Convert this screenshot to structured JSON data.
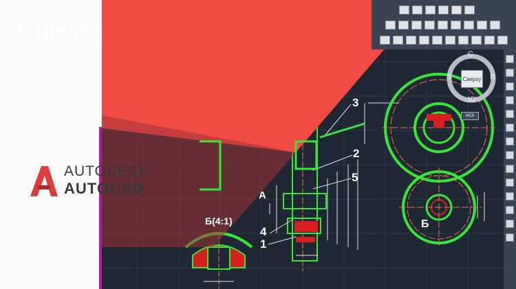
{
  "banner": {
    "title": "Стрелка",
    "background_color": "#f04b45"
  },
  "logo": {
    "brand_line1": "AUTODESK",
    "brand_line2": "AUTOCAD",
    "logo_color": "#e03a3a"
  },
  "viewcube": {
    "north": "С",
    "south": "Ю",
    "west": "З",
    "east": "В",
    "face": "Сверху",
    "ucs_label": "МСК"
  },
  "drawing": {
    "callouts": [
      "1",
      "2",
      "3",
      "4",
      "5"
    ],
    "view_a_label": "A",
    "view_b_label": "Б",
    "section_label": "Б(4:1)",
    "accent_colors": {
      "outline": "#35e835",
      "hatch": "#e02020",
      "dimension": "#e6e6e6",
      "centerline": "#e0784a"
    }
  }
}
